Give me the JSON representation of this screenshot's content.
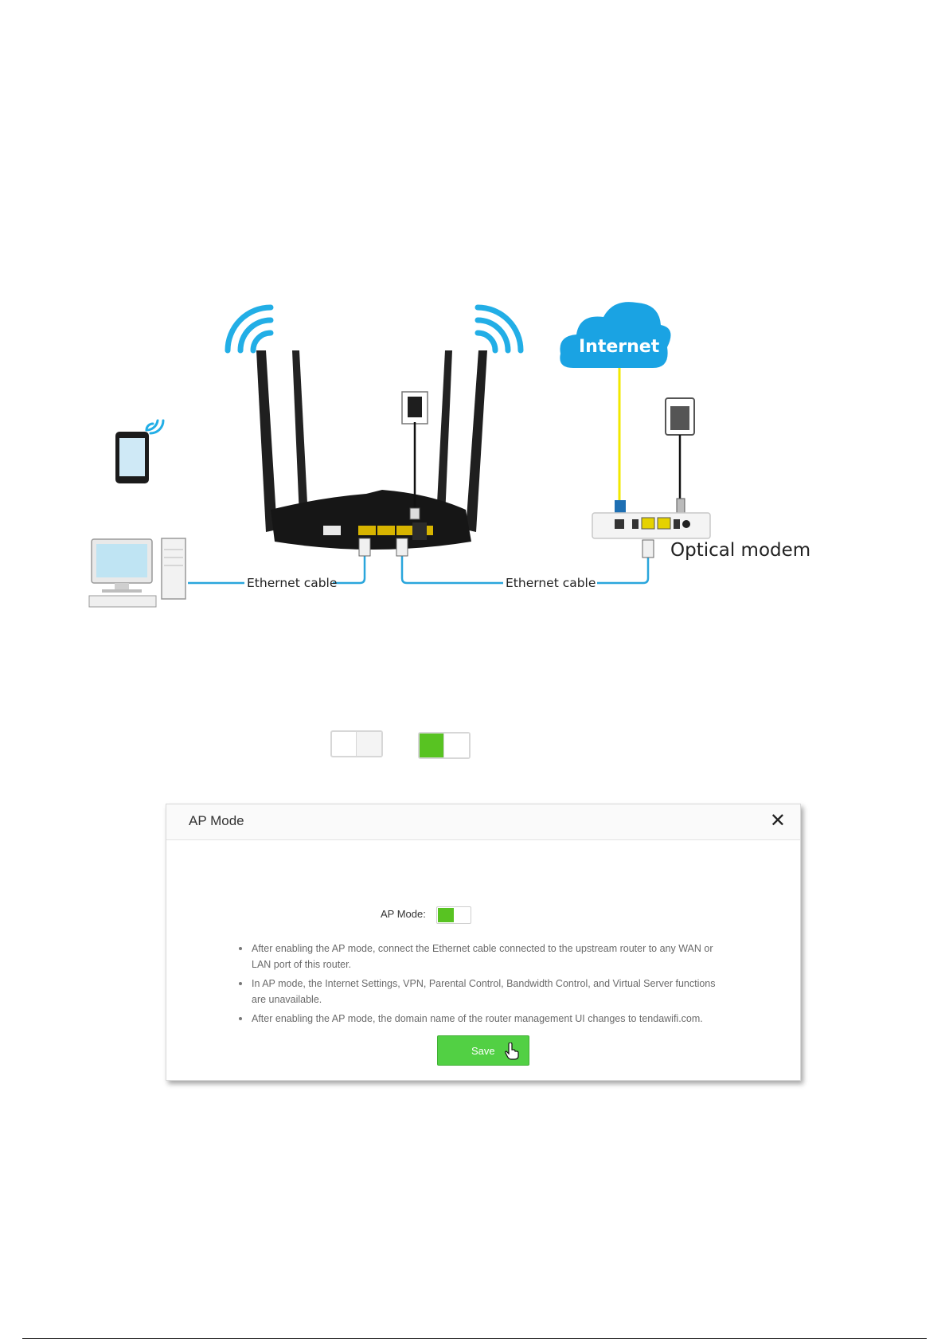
{
  "diagram": {
    "internet_label": "Internet",
    "optical_modem_label": "Optical modem",
    "cable_left_label": "Ethernet cable",
    "cable_right_label": "Ethernet cable",
    "colors": {
      "wifi_blue": "#22aee6",
      "cable_blue": "#2aa6dc",
      "fiber_yellow": "#f2e800",
      "router_black": "#1a1a1a"
    }
  },
  "toggles": {
    "off_state": "off",
    "on_state": "on",
    "on_color": "#58c322"
  },
  "dialog": {
    "title": "AP Mode",
    "close_icon": "close-icon",
    "ap_mode_label": "AP Mode:",
    "ap_mode_enabled": true,
    "notes": [
      "After enabling the AP mode, connect the Ethernet cable connected to the upstream router to any WAN or LAN port of this router.",
      "In AP mode, the Internet Settings, VPN, Parental Control, Bandwidth Control, and Virtual Server functions are unavailable.",
      "After enabling the AP mode, the domain name of the router management UI changes to tendawifi.com."
    ],
    "save_label": "Save",
    "save_color": "#52d044"
  }
}
